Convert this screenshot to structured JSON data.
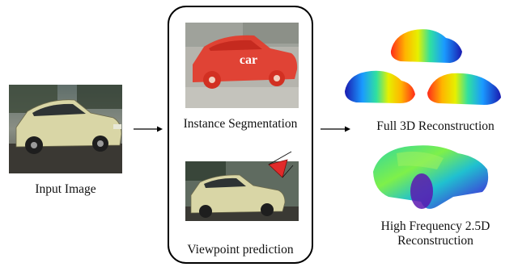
{
  "input": {
    "label": "Input Image"
  },
  "middle": {
    "top_label": "Instance Segmentation",
    "bottom_label": "Viewpoint prediction",
    "segment_tag": "car"
  },
  "outputs": {
    "full_label": "Full 3D Reconstruction",
    "hf_label_line1": "High Frequency 2.5D",
    "hf_label_line2": "Reconstruction"
  },
  "colors": {
    "segmentation_red": "#e43a2a",
    "car_paint": "#d8d6a4",
    "viewpoint_marker": "#e02a2a",
    "frame": "#000000"
  }
}
